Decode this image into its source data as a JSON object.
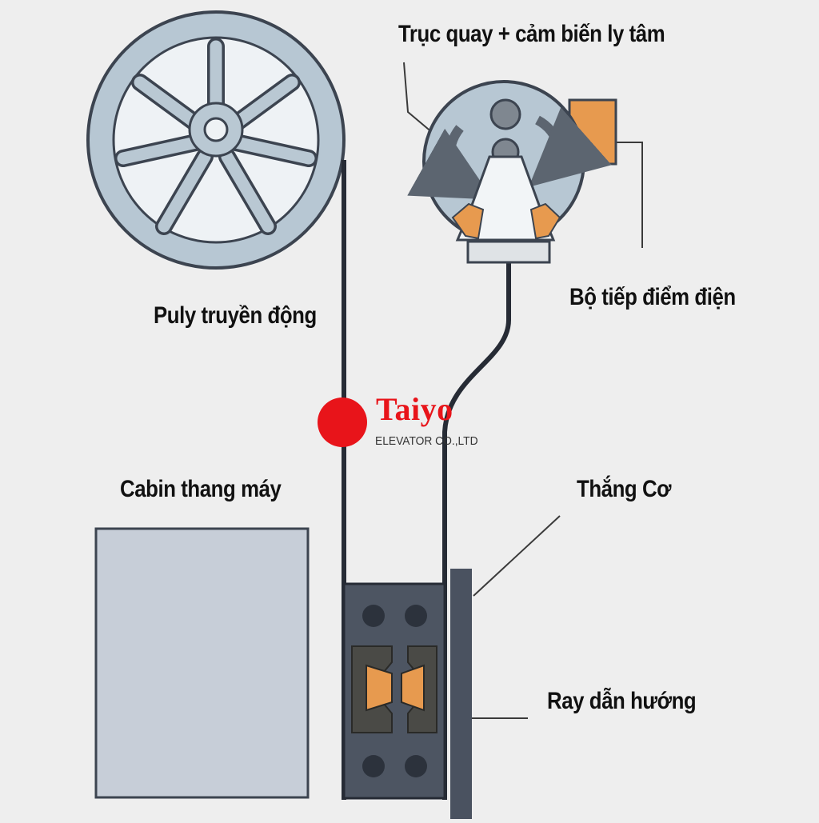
{
  "labels": {
    "sensor": "Trục quay + cảm biến ly tâm",
    "contact": "Bộ tiếp điểm điện",
    "pulley": "Puly truyền động",
    "cabin": "Cabin thang máy",
    "brake": "Thắng Cơ",
    "rail": "Ray dẫn hướng"
  },
  "logo": {
    "name": "Taiyo",
    "subtitle": "ELEVATOR CO.,LTD",
    "color": "#e8141a"
  },
  "colors": {
    "background": "#eeeeee",
    "metal": "#b9c8d3",
    "outline": "#3c4450",
    "cable": "#262b35",
    "pad": "#e79a4f",
    "rail": "#4a5260",
    "cabin": "#c7ced8"
  },
  "icons": {
    "rotation_left": "curved-arrow-icon",
    "rotation_right": "curved-arrow-icon"
  }
}
